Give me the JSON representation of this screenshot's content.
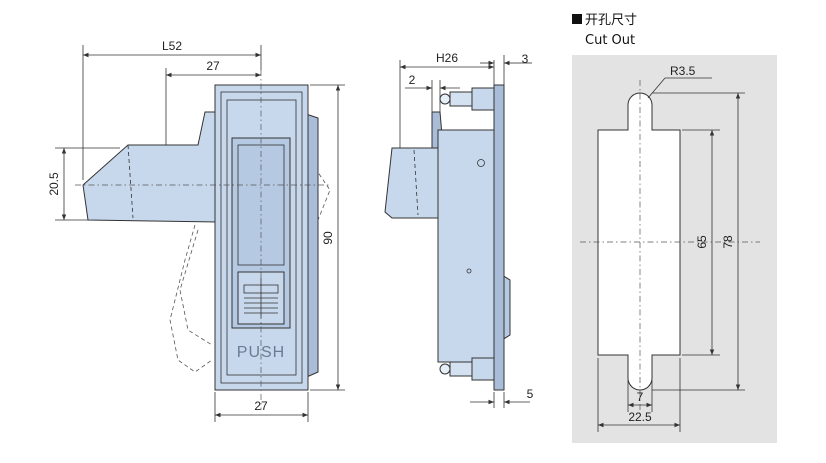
{
  "colors": {
    "part_fill": "#c8d8ec",
    "part_light": "#e6eef8",
    "part_dark": "#a9bdd8",
    "cutout_panel": "#e3e3e3",
    "line": "#333333"
  },
  "front_view": {
    "dim_L52": "L52",
    "dim_27_top": "27",
    "dim_20_5": "20.5",
    "dim_90": "90",
    "dim_27_bottom": "27",
    "push_label": "PUSH"
  },
  "side_view": {
    "dim_H26": "H26",
    "dim_3": "3",
    "dim_2": "2",
    "dim_5": "5"
  },
  "cutout": {
    "title_cn": "开孔尺寸",
    "title_en": "Cut Out",
    "dim_R3_5": "R3.5",
    "dim_65": "65",
    "dim_78": "78",
    "dim_7": "7",
    "dim_22_5": "22.5"
  }
}
